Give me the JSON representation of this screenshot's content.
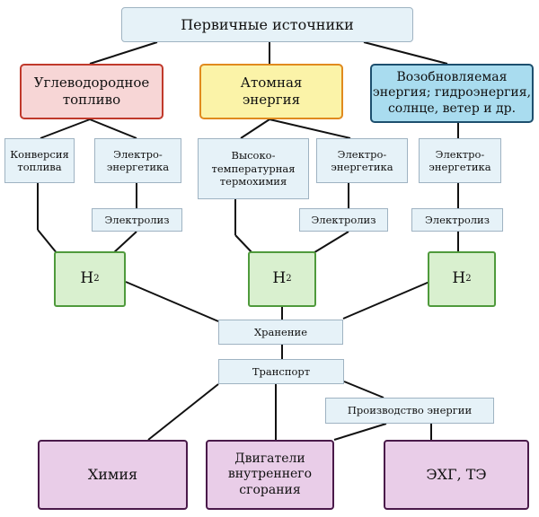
{
  "primary": "Первичные  источники",
  "sources": {
    "fossil": {
      "label": "Углеводородное\nтопливо",
      "color": "#f7d6d6"
    },
    "nuclear": {
      "label": "Атомная\nэнергия",
      "color": "#fbf3a8"
    },
    "renewable": {
      "label": "Возобновляемая\nэнергия; гидроэнергия,\nсолнце, ветер и др.",
      "color": "#a9dcef"
    }
  },
  "conversion": {
    "fuel_conversion": "Конверсия\nтоплива",
    "electro1": "Электро-\nэнергетика",
    "thermochem": "Высоко-\nтемпературная\nтермохимия",
    "electro2": "Электро-\nэнергетика",
    "electro3": "Электро-\nэнергетика"
  },
  "electrolysis": [
    "Электролиз",
    "Электролиз",
    "Электролиз"
  ],
  "hydrogen": {
    "symbol": "H",
    "subscript": "2"
  },
  "storage": "Хранение",
  "transport": "Транспорт",
  "energy_production": "Производство энергии",
  "outputs": {
    "chemistry": "Химия",
    "engines": "Двигатели\nвнутреннего\nсгорания",
    "fuel_cells": "ЭХГ, ТЭ"
  }
}
